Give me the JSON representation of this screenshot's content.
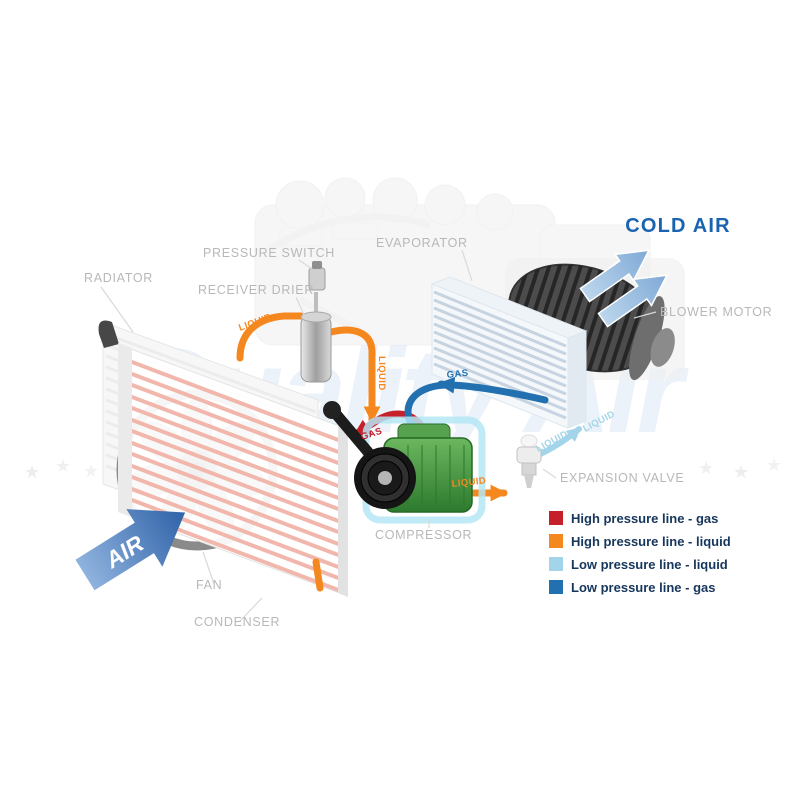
{
  "component_labels": {
    "radiator": "RADIATOR",
    "pressure_switch": "PRESSURE SWITCH",
    "receiver_drier": "RECEIVER DRIER",
    "evaporator": "EVAPORATOR",
    "blower_motor": "BLOWER MOTOR",
    "expansion_valve": "EXPANSION VALVE",
    "compressor": "COMPRESSOR",
    "fan": "FAN",
    "condenser": "CONDENSER"
  },
  "air_labels": {
    "cold_air": "COLD AIR",
    "air": "AIR"
  },
  "pipe_labels": {
    "hp_liquid_1": "LIQUID",
    "hp_liquid_2": "LIQUID",
    "hp_liquid_3": "LIQUID",
    "hp_gas": "GAS",
    "lp_gas": "GAS",
    "lp_liquid_1": "LIQUID",
    "lp_liquid_2": "LIQUID"
  },
  "legend": {
    "items": [
      {
        "color": "#c6202a",
        "label": "High pressure line - gas"
      },
      {
        "color": "#f5871f",
        "label": "High pressure line - liquid"
      },
      {
        "color": "#a3d5ea",
        "label": "Low pressure line - liquid"
      },
      {
        "color": "#2270b0",
        "label": "Low pressure line -  gas"
      }
    ]
  },
  "watermark": {
    "text": "Quality Air",
    "star": "★"
  },
  "colors": {
    "hp_gas": "#c6202a",
    "hp_liquid": "#f5871f",
    "lp_liquid": "#a3d5ea",
    "lp_gas": "#2270b0",
    "component_label": "#b8b8b8",
    "legend_text": "#16365c",
    "cold_air_text": "#1a63b0",
    "air_text": "#ffffff"
  }
}
